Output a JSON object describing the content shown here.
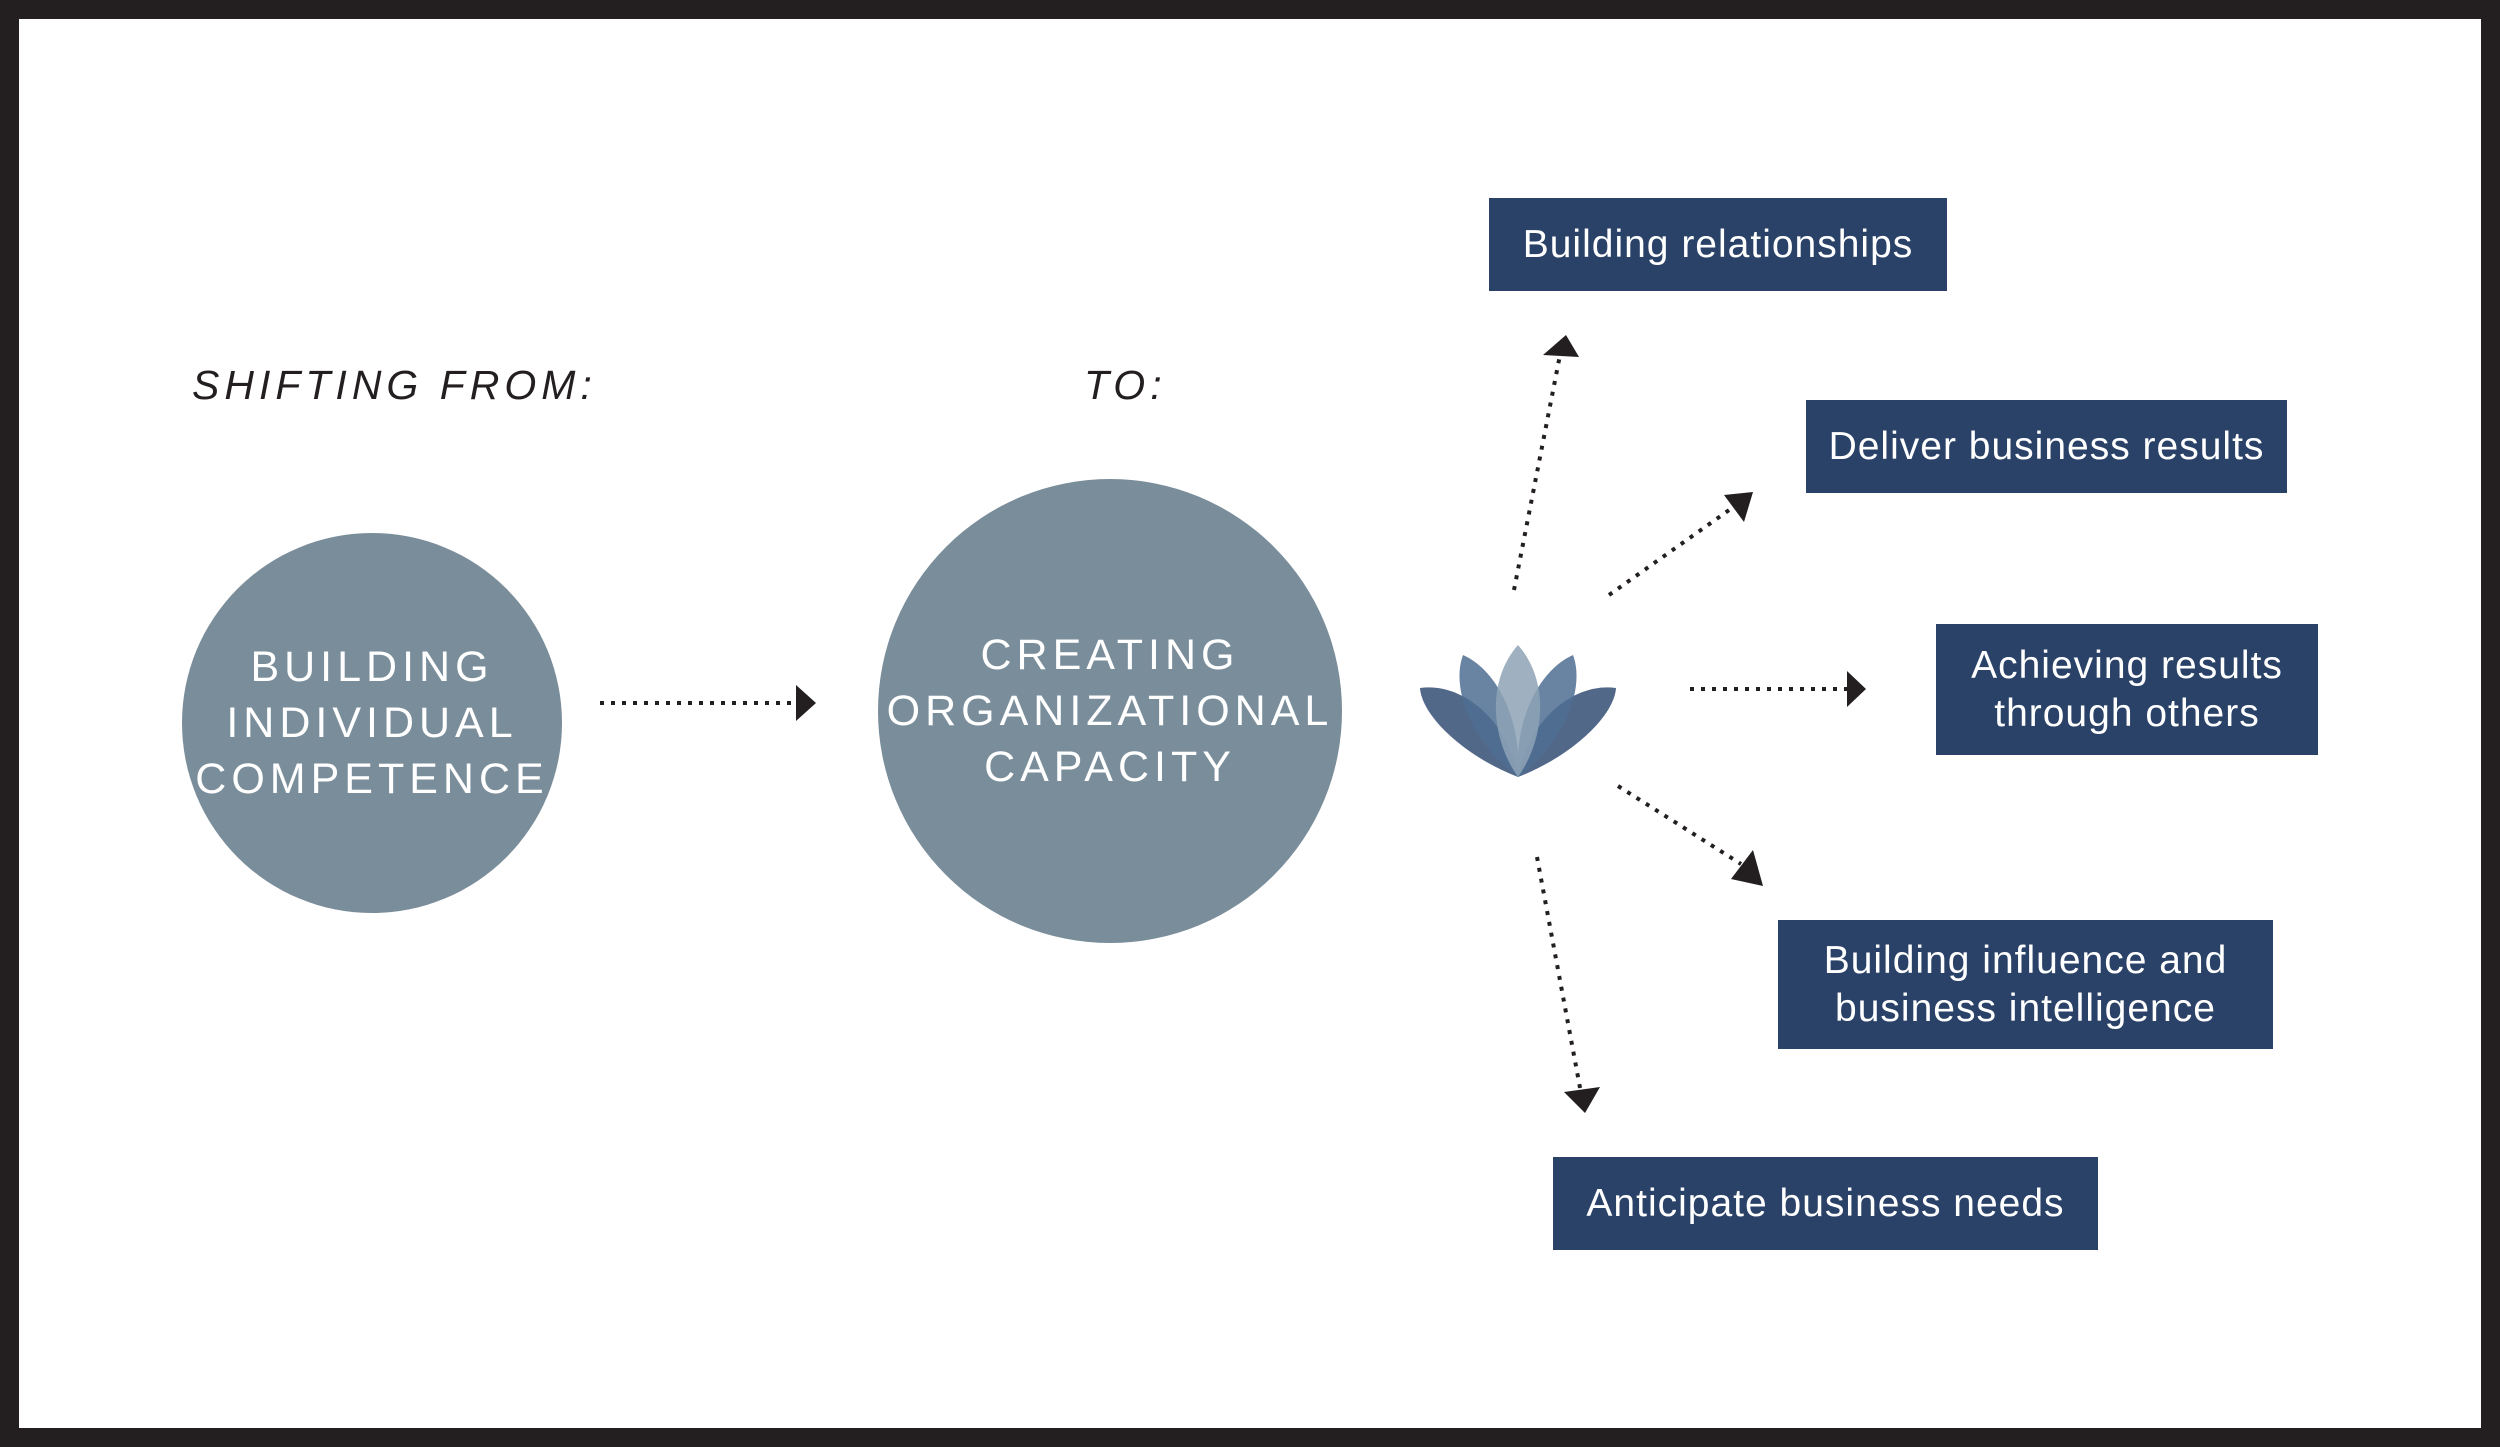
{
  "colors": {
    "frame": "#231f20",
    "circle": "#7a8d9a",
    "box": "#2a4268",
    "arrow": "#231f20",
    "lotus_dark": "#344e74",
    "lotus_mid": "#4f6e93",
    "lotus_light": "#8ea3b6"
  },
  "labels": {
    "from": "SHIFTING FROM:",
    "to": "TO:"
  },
  "circles": {
    "from": "BUILDING\nINDIVIDUAL\nCOMPETENCE",
    "to": "CREATING\nORGANIZATIONAL\nCAPACITY"
  },
  "center_icon": "lotus-icon",
  "outcomes": [
    {
      "label": "Building relationships"
    },
    {
      "label": "Deliver business results"
    },
    {
      "label": "Achieving results\nthrough others"
    },
    {
      "label": "Building influence and\nbusiness intelligence"
    },
    {
      "label": "Anticipate business needs"
    }
  ]
}
